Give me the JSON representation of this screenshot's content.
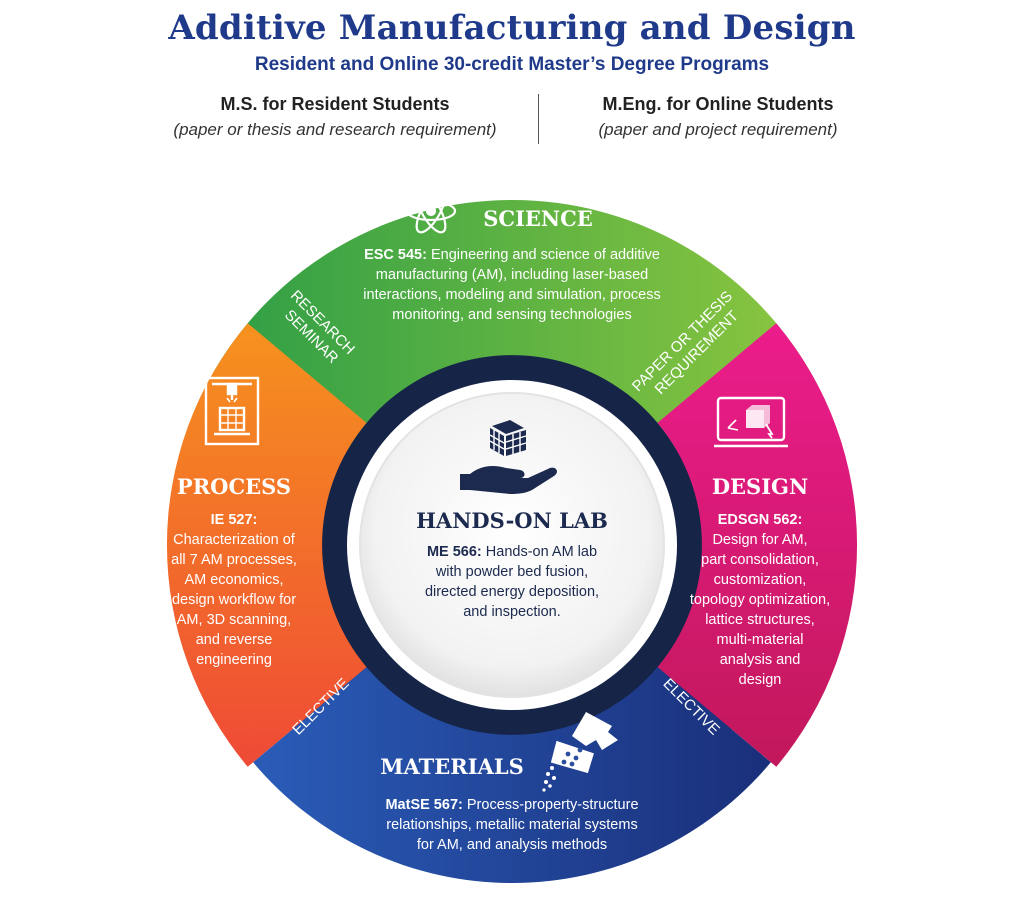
{
  "header": {
    "title": "Additive Manufacturing and Design",
    "subtitle": "Resident and Online 30-credit Master’s Degree Programs"
  },
  "programs": [
    {
      "heading": "M.S. for Resident Students",
      "requirement": "(paper or thesis and research requirement)"
    },
    {
      "heading": "M.Eng. for Online Students",
      "requirement": "(paper and project requirement)"
    }
  ],
  "colors": {
    "title": "#1f3a8a",
    "science": "#4fb53a",
    "design": "#d81b7a",
    "materials": "#1e4aa0",
    "process": "#f07a26",
    "ring": "#152447"
  },
  "segments": {
    "science": {
      "title": "SCIENCE",
      "icon": "atom-icon",
      "code": "ESC 545:",
      "lines": [
        "Engineering and science of additive",
        "manufacturing (AM), including laser-based",
        "interactions, modeling and simulation, process",
        "monitoring, and sensing technologies"
      ]
    },
    "process": {
      "title": "PROCESS",
      "icon": "3d-printer-icon",
      "code": "IE 527:",
      "lines": [
        "Characterization of",
        "all 7 AM processes,",
        "AM economics,",
        "design workflow for",
        "AM, 3D scanning,",
        "and reverse",
        "engineering"
      ]
    },
    "design": {
      "title": "DESIGN",
      "icon": "laptop-cube-icon",
      "code": "EDSGN 562:",
      "lines": [
        "Design for AM,",
        "part consolidation,",
        "customization,",
        "topology optimization,",
        "lattice structures,",
        "multi-material",
        "analysis and",
        "design"
      ]
    },
    "materials": {
      "title": "MATERIALS",
      "icon": "powder-pour-icon",
      "code": "MatSE 567:",
      "lines": [
        "Process-property-structure",
        "relationships, metallic material systems",
        "for AM, and analysis methods"
      ]
    }
  },
  "connectors": {
    "top_left": [
      "RESEARCH",
      "SEMINAR"
    ],
    "top_right": [
      "PAPER OR THESIS",
      "REQUIREMENT"
    ],
    "bottom_left": [
      "ELECTIVE"
    ],
    "bottom_right": [
      "ELECTIVE"
    ]
  },
  "center": {
    "title": "HANDS-ON LAB",
    "icon": "hand-cube-icon",
    "code": "ME 566:",
    "lines": [
      "Hands-on AM lab",
      "with powder bed fusion,",
      "directed energy deposition,",
      "and inspection."
    ]
  }
}
